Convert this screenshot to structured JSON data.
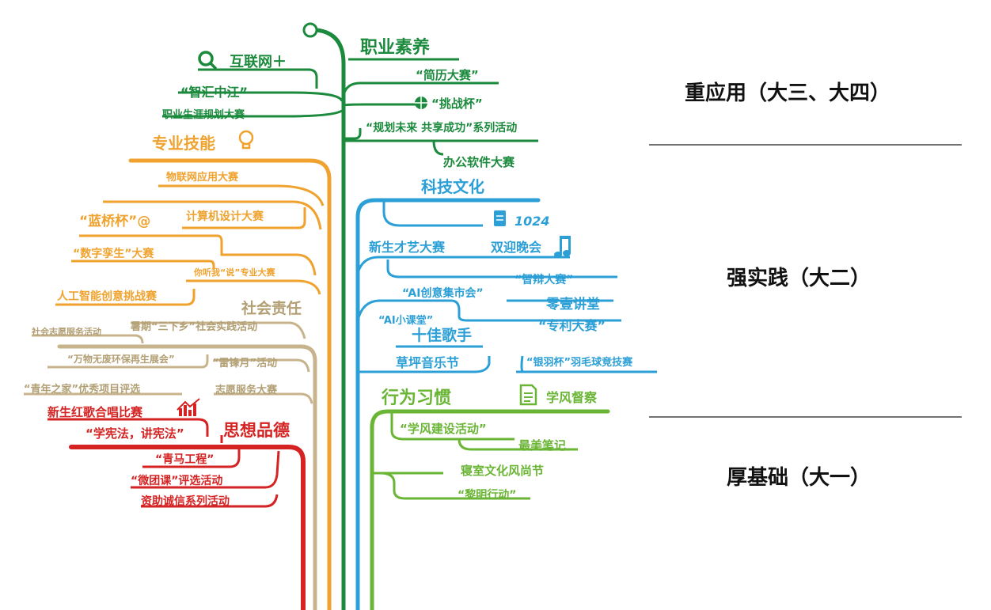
{
  "stages": {
    "upper": "重应用（大三、大四）",
    "middle": "强实践（大二）",
    "lower": "厚基础（大一）"
  },
  "colors": {
    "green": "#1b8a3d",
    "blue": "#2b9fd6",
    "orange": "#f0a22e",
    "tan": "#c8b48c",
    "red": "#d52222",
    "lime": "#6ab535"
  },
  "branches": {
    "career": {
      "title": "职业素养",
      "items": [
        "互联网＋",
        "“智汇中江”",
        "职业生涯规划大赛",
        "“简历大赛”",
        "“挑战杯”",
        "“规划未来 共享成功”系列活动",
        "办公软件大赛"
      ],
      "icons": [
        "search-icon",
        "basketball-icon"
      ]
    },
    "skills": {
      "title": "专业技能",
      "items": [
        "物联网应用大赛",
        "“蓝桥杯”@",
        "计算机设计大赛",
        "“数字孪生”大赛",
        "你听我“说”专业大赛",
        "人工智能创意挑战赛"
      ],
      "icons": [
        "lightbulb-icon"
      ]
    },
    "tech": {
      "title": "科技文化",
      "items": [
        "1024",
        "新生才艺大赛",
        "双迎晚会",
        "“智辩大赛”",
        "“AI创意集市会”",
        "零壹讲堂",
        "“AI小课堂”",
        "“专利大赛”",
        "十佳歌手",
        "草坪音乐节",
        "“银羽杯”羽毛球竞技赛"
      ],
      "icons": [
        "document-icon",
        "music-note-icon"
      ]
    },
    "social": {
      "title": "社会责任",
      "items": [
        "社会志愿服务活动",
        "暑期“三下乡”社会实践活动",
        "“万物无废环保再生展会”",
        "“雷锋月”活动",
        "“青年之家”优秀项目评选",
        "志愿服务大赛"
      ]
    },
    "moral": {
      "title": "思想品德",
      "items": [
        "新生红歌合唱比赛",
        "“学宪法，讲宪法”",
        "“青马工程”",
        "“微团课”评选活动",
        "资助诚信系列活动"
      ],
      "icons": [
        "chart-up-icon"
      ]
    },
    "habits": {
      "title": "行为习惯",
      "items": [
        "学风督察",
        "“学风建设活动”",
        "最美笔记",
        "寝室文化风尚节",
        "“黎明行动”"
      ],
      "icons": [
        "checklist-icon"
      ]
    }
  }
}
